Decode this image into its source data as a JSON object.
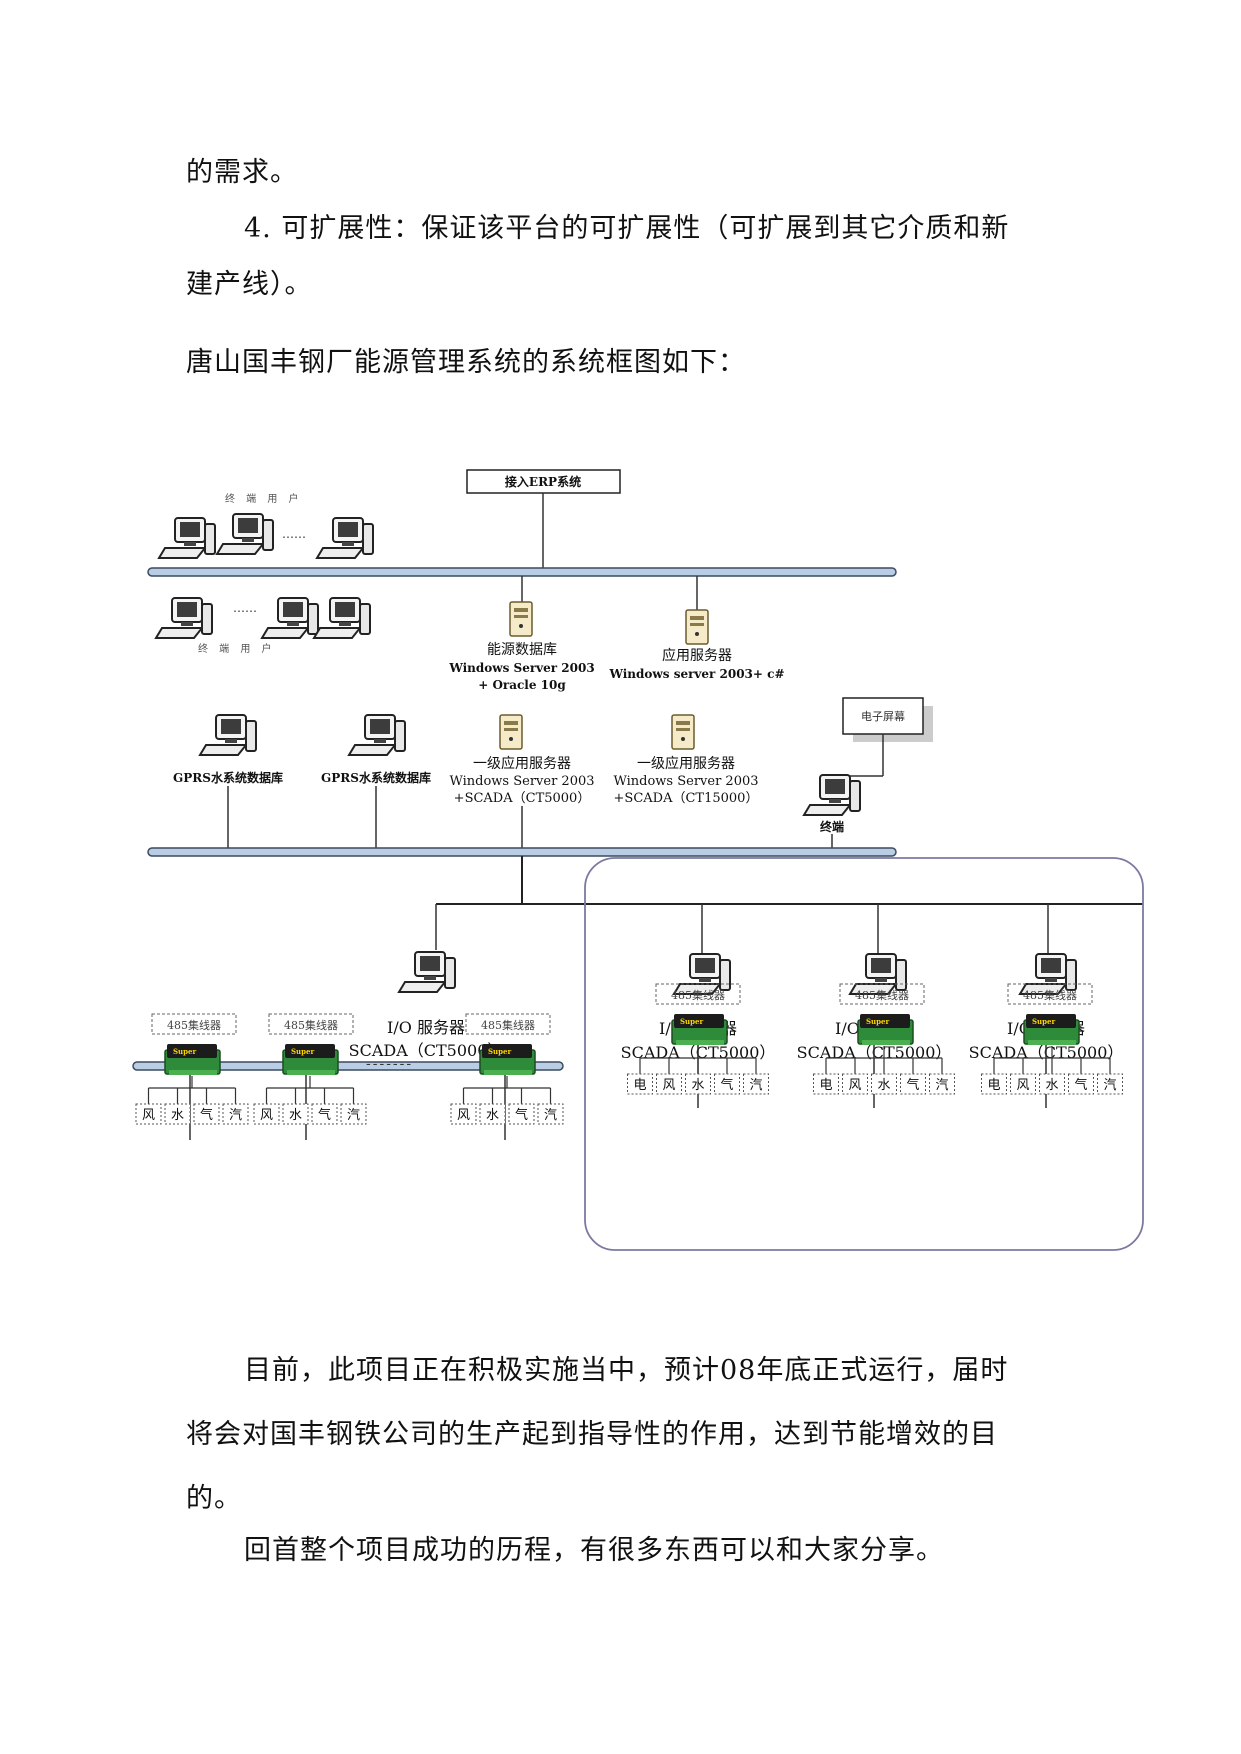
{
  "paragraphs": {
    "p1": "的需求。",
    "p2": "4. 可扩展性：保证该平台的可扩展性（可扩展到其它介质和新",
    "p3": "建产线）。",
    "p4": "唐山国丰钢厂能源管理系统的系统框图如下：",
    "p5": "目前，此项目正在积极实施当中，预计08年底正式运行，届时",
    "p6": "将会对国丰钢铁公司的生产起到指导性的作用，达到节能增效的目",
    "p7": "的。",
    "p8": "回首整个项目成功的历程，有很多东西可以和大家分享。"
  },
  "diagram": {
    "erp": "接入ERP系统",
    "terminal_users": "终 端 用 户",
    "ellipsis": "……",
    "energy_db": {
      "line1": "能源数据库",
      "line2": "Windows Server 2003",
      "line3": "+ Oracle 10g"
    },
    "app_server": {
      "line1": "应用服务器",
      "line2": "Windows server 2003+ c#"
    },
    "gprs_db": "GPRS水系统数据库",
    "l1_app_a": {
      "line1": "一级应用服务器",
      "line2": "Windows Server 2003",
      "line3": "+SCADA（CT5000）"
    },
    "l1_app_b": {
      "line1": "一级应用服务器",
      "line2": "Windows Server 2003",
      "line3": "+SCADA（CT15000）"
    },
    "screen": "电子屏幕",
    "terminal": "终端",
    "io_server": {
      "line1": "I/O 服务器",
      "line2": "SCADA（CT5000）"
    },
    "concentrator": "485集线器",
    "dashes": "-------",
    "media_4": [
      "风",
      "水",
      "气",
      "汽"
    ],
    "media_5": [
      "电",
      "风",
      "水",
      "气",
      "汽"
    ]
  },
  "colors": {
    "bus": "#b9cde4",
    "bus_edge": "#3c4a5e",
    "device_green": "#2e8b3a"
  }
}
